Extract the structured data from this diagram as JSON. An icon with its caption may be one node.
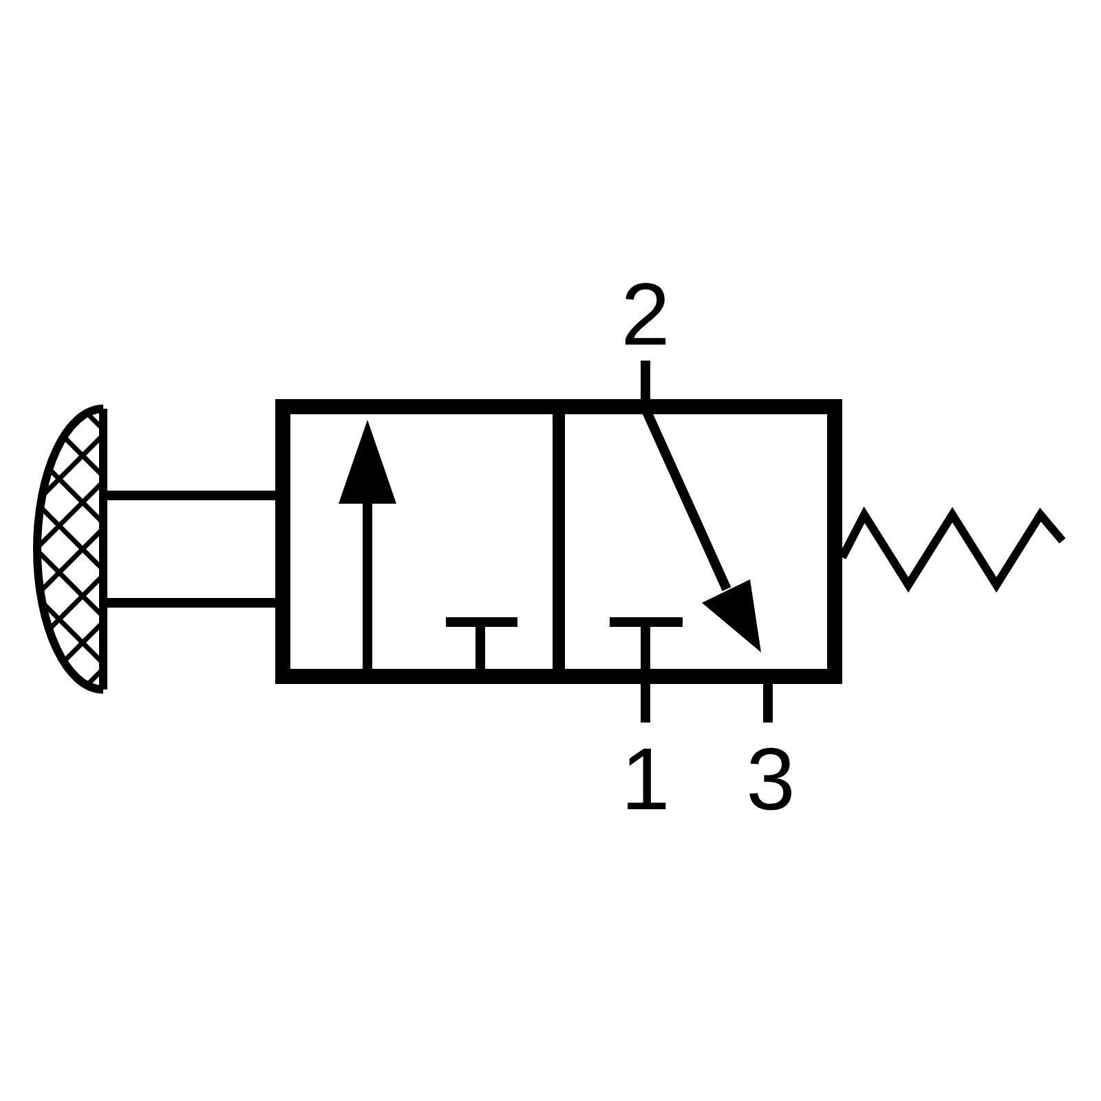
{
  "diagram": {
    "labels": [
      "2",
      "1",
      "3"
    ]
  }
}
